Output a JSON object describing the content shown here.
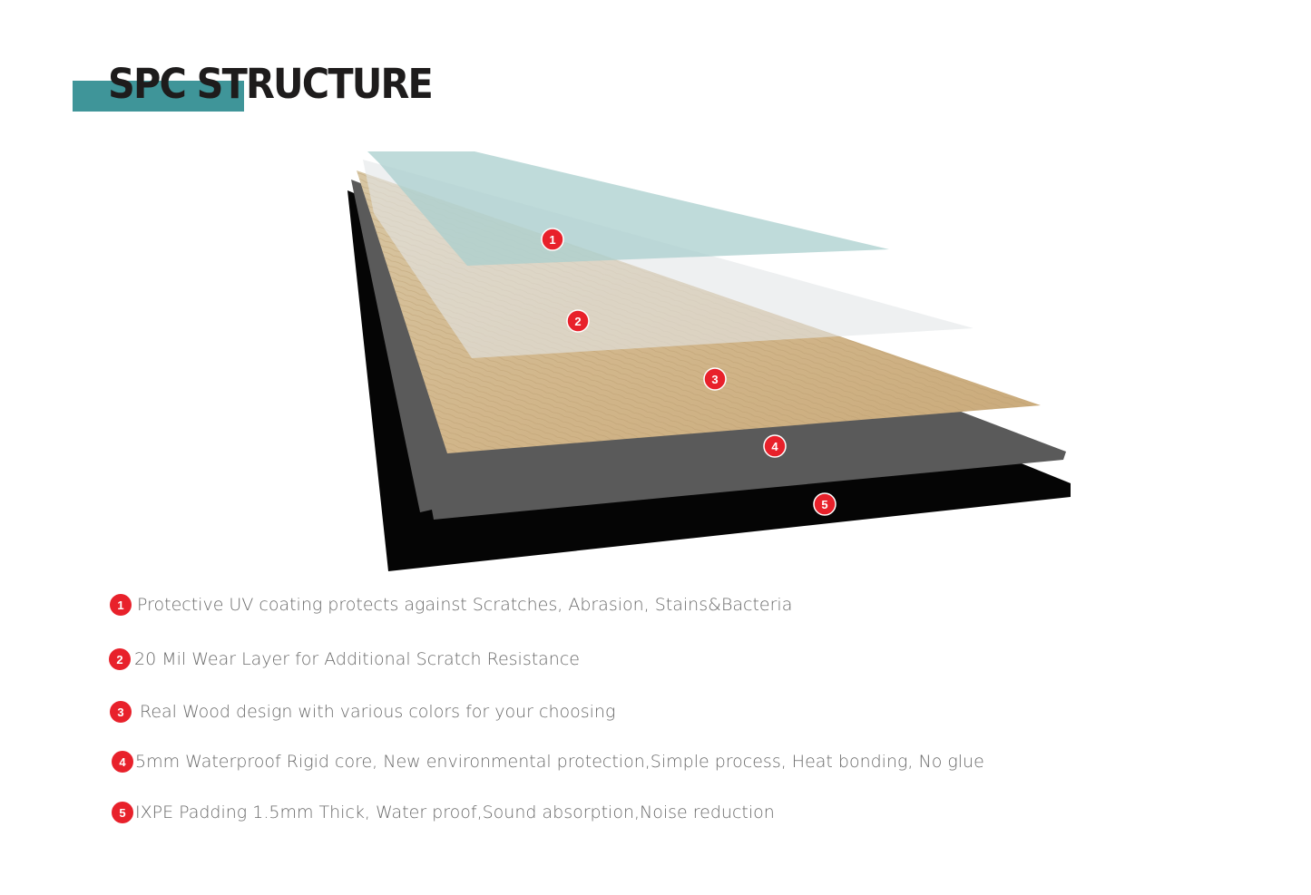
{
  "title": "SPC STRUCTURE",
  "colors": {
    "accent": "#3f9599",
    "badge": "#e8212b",
    "text": "#6a6a6a"
  },
  "diagram_badges": [
    "1",
    "2",
    "3",
    "4",
    "5"
  ],
  "features": [
    {
      "number": "1",
      "text": "Protective UV coating protects against Scratches, Abrasion, Stains&Bacteria"
    },
    {
      "number": "2",
      "text": "20 Mil Wear Layer for Additional Scratch Resistance"
    },
    {
      "number": "3",
      "text": "Real Wood design with various colors for your choosing"
    },
    {
      "number": "4",
      "text": "5mm Waterproof Rigid core, New environmental protection,Simple process, Heat bonding, No glue"
    },
    {
      "number": "5",
      "text": "IXPE Padding 1.5mm Thick, Water proof,Sound absorption,Noise reduction"
    }
  ]
}
